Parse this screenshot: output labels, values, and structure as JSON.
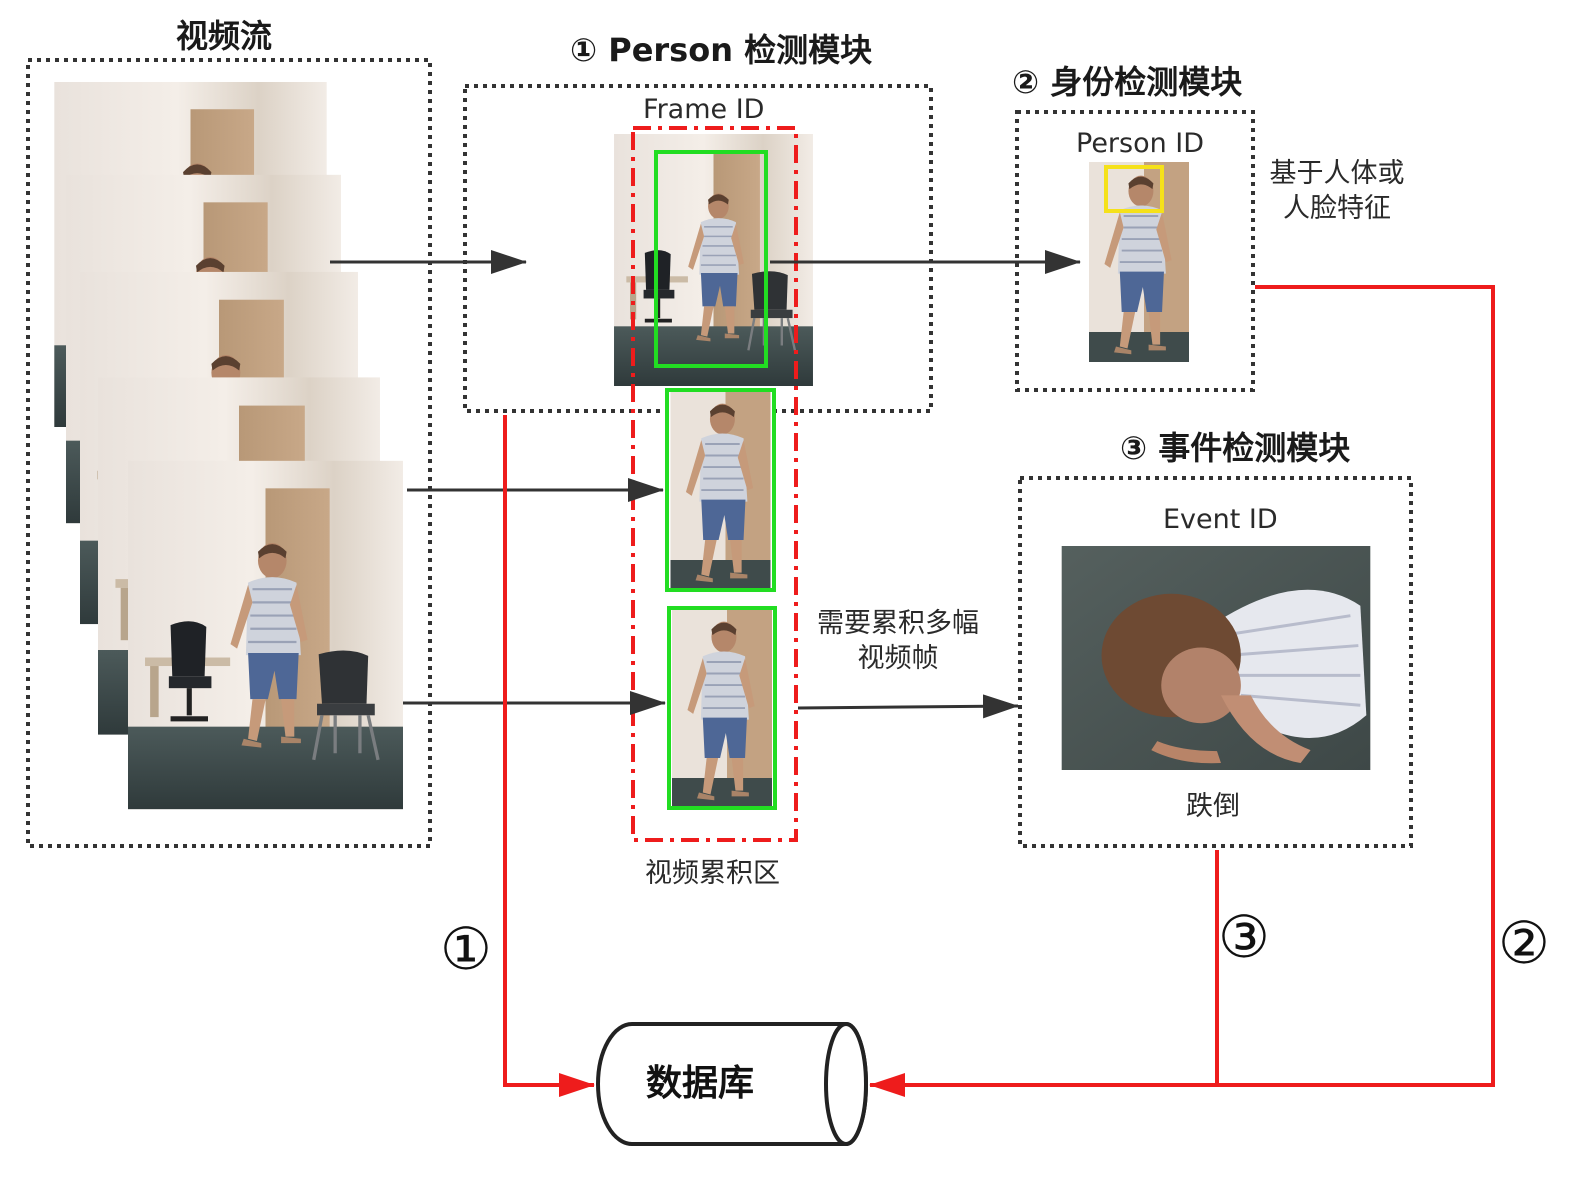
{
  "colors": {
    "dotted_box": "#333333",
    "arrow_black": "#333333",
    "arrow_red": "#ee1c1c",
    "accum_border": "#ee1c1c",
    "person_box": "#22dd22",
    "face_box": "#f5e11a"
  },
  "labels": {
    "video_stream": "视频流",
    "person_module": "① Person 检测模块",
    "identity_module": "② 身份检测模块",
    "event_module": "③ 事件检测模块",
    "frame_id": "Frame ID",
    "person_id": "Person ID",
    "event_id": "Event ID",
    "identity_note_line1": "基于人体或",
    "identity_note_line2": "人脸特征",
    "accum_note_line1": "需要累积多幅",
    "accum_note_line2": "视频帧",
    "accum_region": "视频累积区",
    "event_name": "跌倒",
    "database": "数据库",
    "path_1": "①",
    "path_2": "②",
    "path_3": "③"
  }
}
